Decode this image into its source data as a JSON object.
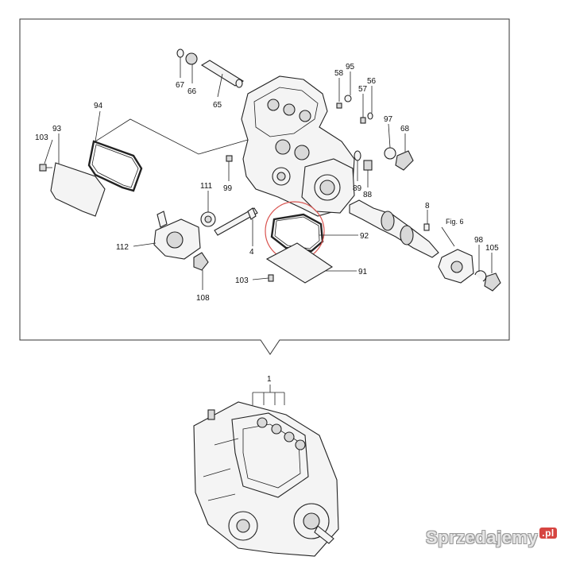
{
  "diagram": {
    "callouts": {
      "c67": "67",
      "c66": "66",
      "c65": "65",
      "c58": "58",
      "c95": "95",
      "c57": "57",
      "c56": "56",
      "c94": "94",
      "c93": "93",
      "c103a": "103",
      "c97": "97",
      "c68": "68",
      "c111": "111",
      "c99": "99",
      "c89": "89",
      "c88": "88",
      "c8": "8",
      "c112": "112",
      "c4": "4",
      "c92": "92",
      "c98": "98",
      "c105": "105",
      "c103b": "103",
      "c91": "91",
      "c108": "108",
      "c1": "1"
    },
    "figure_note": "Fig. 6",
    "highlight_color": "#d9534f"
  },
  "watermark": {
    "brand": "Sprzedajemy",
    "suffix": ".pl"
  }
}
